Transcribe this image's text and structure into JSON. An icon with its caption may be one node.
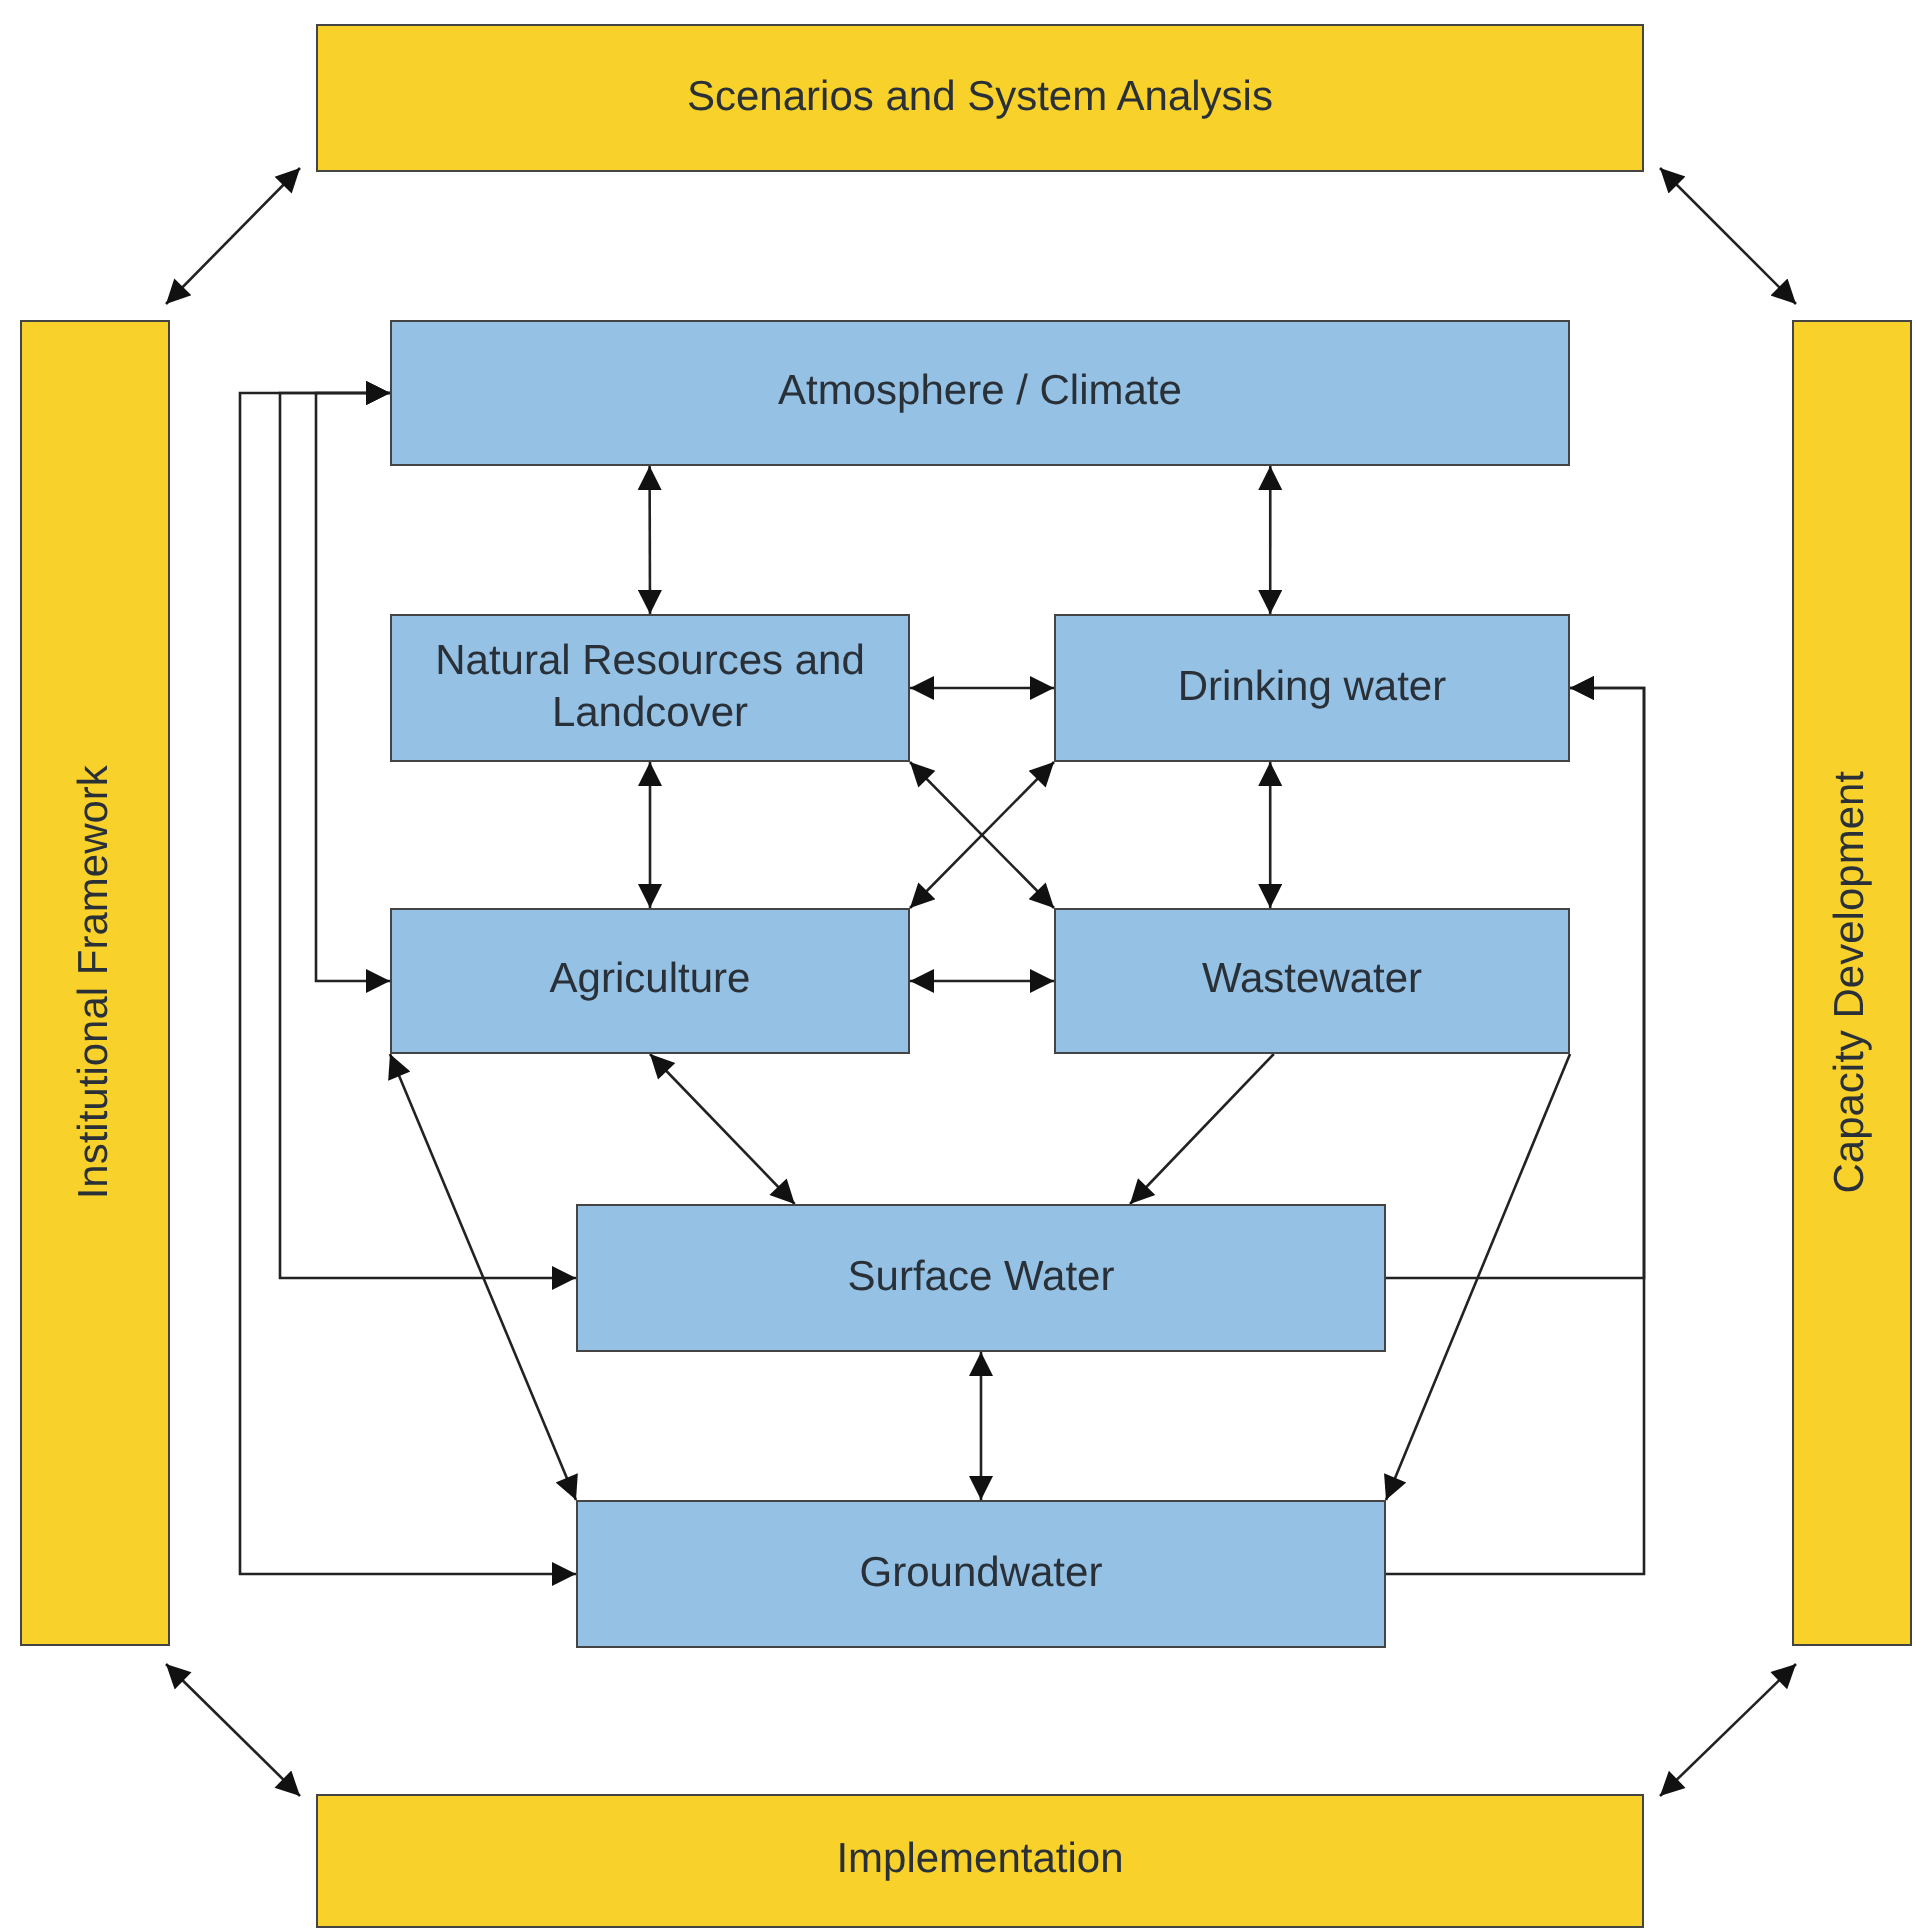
{
  "diagram": {
    "nodes": [
      {
        "text": [
          "Scenarios and System Analysis"
        ]
      },
      {
        "text": [
          "Institutional Framework"
        ]
      },
      {
        "text": [
          "Capacity Development"
        ]
      },
      {
        "text": [
          "Implementation"
        ]
      },
      {
        "text": [
          "Atmosphere / Climate"
        ]
      },
      {
        "text": [
          "Natural Resources and Landcover"
        ]
      },
      {
        "text": [
          "Drinking water"
        ]
      },
      {
        "text": [
          "Agriculture"
        ]
      },
      {
        "text": [
          "Wastewater"
        ]
      },
      {
        "text": [
          "Surface Water"
        ]
      },
      {
        "text": [
          "Groundwater"
        ]
      }
    ],
    "edges": [
      {
        "from": 0,
        "to": 1,
        "arrow": "both"
      },
      {
        "from": 0,
        "to": 2,
        "arrow": "both"
      },
      {
        "from": 1,
        "to": 3,
        "arrow": "both"
      },
      {
        "from": 2,
        "to": 3,
        "arrow": "both"
      },
      {
        "from": 4,
        "to": 5,
        "arrow": "both"
      },
      {
        "from": 4,
        "to": 6,
        "arrow": "both"
      },
      {
        "from": 5,
        "to": 6,
        "arrow": "both"
      },
      {
        "from": 5,
        "to": 7,
        "arrow": "both"
      },
      {
        "from": 5,
        "to": 8,
        "arrow": "both"
      },
      {
        "from": 6,
        "to": 7,
        "arrow": "both"
      },
      {
        "from": 6,
        "to": 8,
        "arrow": "both"
      },
      {
        "from": 7,
        "to": 8,
        "arrow": "both"
      },
      {
        "from": 4,
        "to": 7,
        "arrow": "both"
      },
      {
        "from": 4,
        "to": 9,
        "arrow": "both"
      },
      {
        "from": 4,
        "to": 10,
        "arrow": "both"
      },
      {
        "from": 7,
        "to": 9,
        "arrow": "both"
      },
      {
        "from": 7,
        "to": 10,
        "arrow": "both"
      },
      {
        "from": 8,
        "to": 9,
        "arrow": "to"
      },
      {
        "from": 8,
        "to": 10,
        "arrow": "to"
      },
      {
        "from": 9,
        "to": 10,
        "arrow": "both"
      },
      {
        "from": 9,
        "to": 6,
        "arrow": "to"
      },
      {
        "from": 10,
        "to": 6,
        "arrow": "to"
      }
    ]
  }
}
